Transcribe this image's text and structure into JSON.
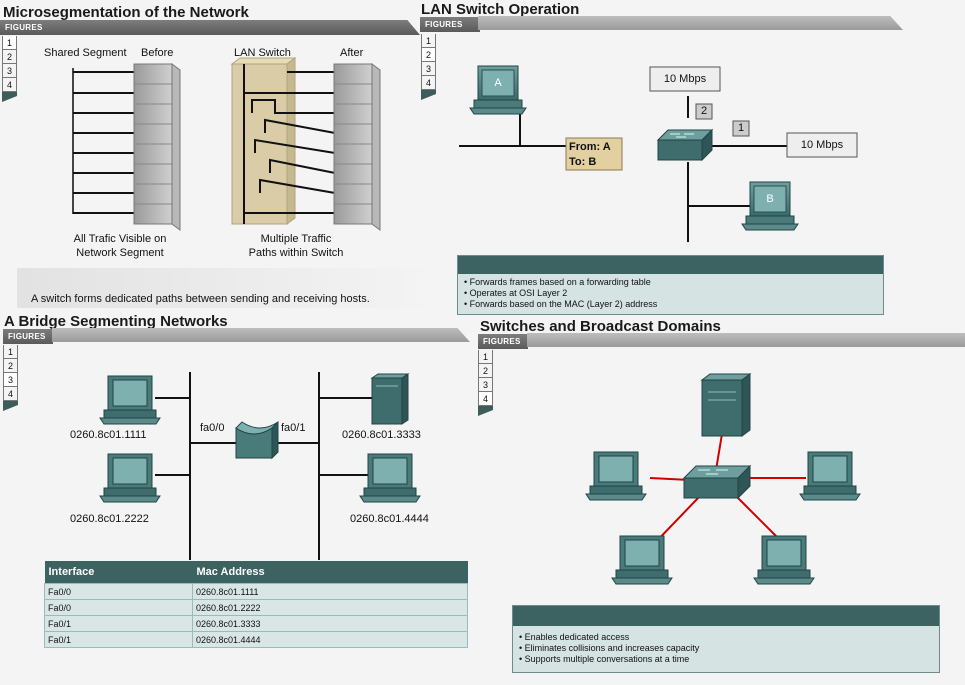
{
  "figures_label": "FIGURES",
  "micro": {
    "title": "Microsegmentation of the Network",
    "tabs": [
      "1",
      "2",
      "3",
      "4"
    ],
    "shared_segment": "Shared Segment",
    "before": "Before",
    "lan_switch": "LAN Switch",
    "after": "After",
    "caption_left_1": "All Trafic Visible on",
    "caption_left_2": "Network Segment",
    "caption_right_1": "Multiple Traffic",
    "caption_right_2": "Paths within Switch",
    "description": "A switch forms dedicated paths between sending and receiving hosts."
  },
  "lanswitch": {
    "title": "LAN Switch Operation",
    "tabs": [
      "1",
      "2",
      "3",
      "4"
    ],
    "host_a": "A",
    "host_b": "B",
    "speed_top": "10 Mbps",
    "speed_right": "10 Mbps",
    "port_2": "2",
    "port_1": "1",
    "frame_from": "From:  A",
    "frame_to": "To:  B",
    "bullets": [
      "Forwards frames based on a forwarding table",
      "Operates at OSI Layer 2",
      "Forwards based on the MAC (Layer 2) address"
    ]
  },
  "bridge": {
    "title": "A Bridge Segmenting Networks",
    "tabs": [
      "1",
      "2",
      "3",
      "4"
    ],
    "port_left": "fa0/0",
    "port_right": "fa0/1",
    "hosts": [
      "0260.8c01.1111",
      "0260.8c01.2222",
      "0260.8c01.3333",
      "0260.8c01.4444"
    ],
    "table": {
      "headers": [
        "Interface",
        "Mac Address"
      ],
      "rows": [
        [
          "Fa0/0",
          "0260.8c01.1111"
        ],
        [
          "Fa0/0",
          "0260.8c01.2222"
        ],
        [
          "Fa0/1",
          "0260.8c01.3333"
        ],
        [
          "Fa0/1",
          "0260.8c01.4444"
        ]
      ]
    }
  },
  "broadcast": {
    "title": "Switches and Broadcast Domains",
    "tabs": [
      "1",
      "2",
      "3",
      "4"
    ],
    "bullets": [
      "Enables dedicated access",
      "Eliminates collisions and increases capacity",
      "Supports multiple conversations at a time"
    ]
  },
  "colors": {
    "teal_header": "#3d6262",
    "info_bg": "#d5e3e3",
    "link_red": "#d00000",
    "switch_path_bg": "#d9ccA6"
  }
}
